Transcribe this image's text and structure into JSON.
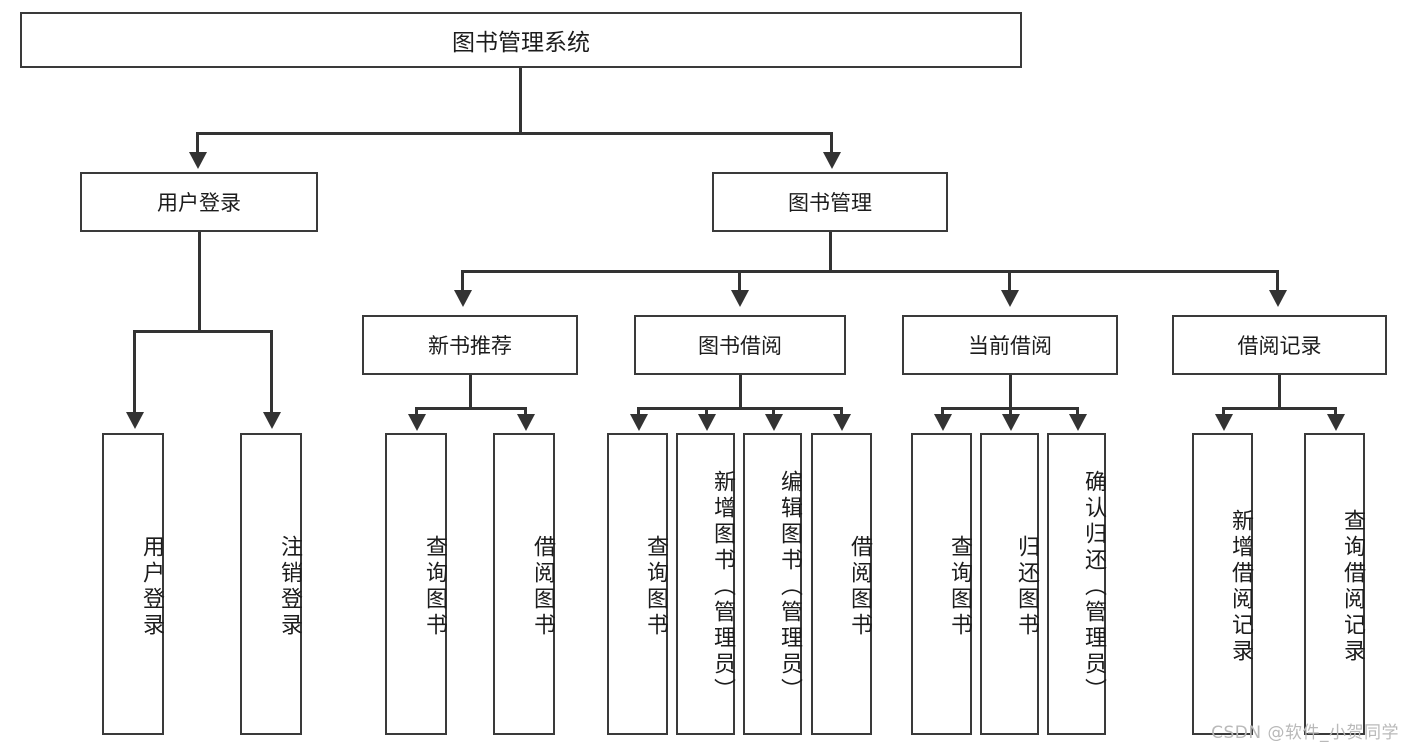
{
  "diagram": {
    "title": "图书管理系统",
    "type": "tree-hierarchy-diagram",
    "root": {
      "id": "root",
      "label": "图书管理系统"
    },
    "level1": [
      {
        "id": "user-login",
        "label": "用户登录"
      },
      {
        "id": "book-management",
        "label": "图书管理"
      }
    ],
    "level2": [
      {
        "id": "new-book-recommend",
        "label": "新书推荐",
        "parent": "book-management"
      },
      {
        "id": "book-borrow",
        "label": "图书借阅",
        "parent": "book-management"
      },
      {
        "id": "current-borrow",
        "label": "当前借阅",
        "parent": "book-management"
      },
      {
        "id": "borrow-record",
        "label": "借阅记录",
        "parent": "book-management"
      }
    ],
    "leaves": [
      {
        "id": "leaf-user-login",
        "label": "用户登录",
        "parent": "user-login"
      },
      {
        "id": "leaf-logout",
        "label": "注销登录",
        "parent": "user-login"
      },
      {
        "id": "leaf-query-book-1",
        "label": "查询图书",
        "parent": "new-book-recommend"
      },
      {
        "id": "leaf-borrow-book-1",
        "label": "借阅图书",
        "parent": "new-book-recommend"
      },
      {
        "id": "leaf-query-book-2",
        "label": "查询图书",
        "parent": "book-borrow"
      },
      {
        "id": "leaf-add-book",
        "label": "新增图书（管理员）",
        "parent": "book-borrow"
      },
      {
        "id": "leaf-edit-book",
        "label": "编辑图书（管理员）",
        "parent": "book-borrow"
      },
      {
        "id": "leaf-borrow-book-2",
        "label": "借阅图书",
        "parent": "book-borrow"
      },
      {
        "id": "leaf-query-book-3",
        "label": "查询图书",
        "parent": "current-borrow"
      },
      {
        "id": "leaf-return-book",
        "label": "归还图书",
        "parent": "current-borrow"
      },
      {
        "id": "leaf-confirm-return",
        "label": "确认归还（管理员）",
        "parent": "current-borrow"
      },
      {
        "id": "leaf-add-record",
        "label": "新增借阅记录",
        "parent": "borrow-record"
      },
      {
        "id": "leaf-query-record",
        "label": "查询借阅记录",
        "parent": "borrow-record"
      }
    ]
  },
  "watermark": {
    "text": "CSDN @软件_小贺同学"
  },
  "colors": {
    "border": "#3a3a3a",
    "connector": "#333333",
    "text": "#1c1c1c",
    "background": "#ffffff",
    "watermark": "#b9b9b9"
  }
}
